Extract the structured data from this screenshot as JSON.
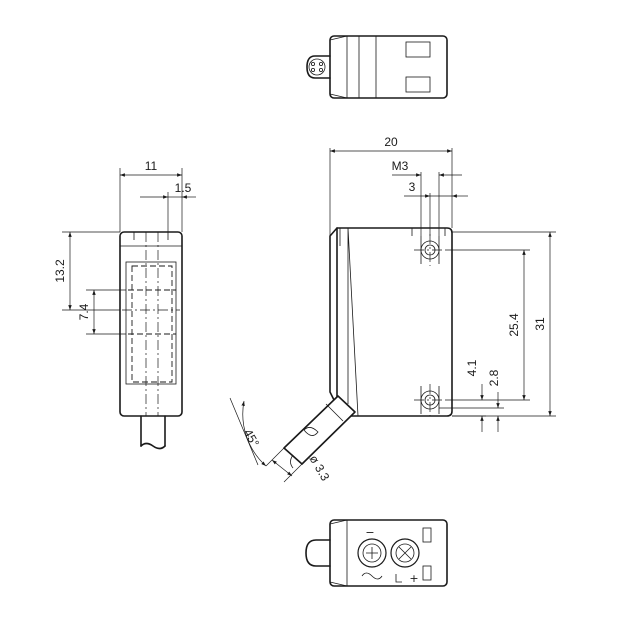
{
  "dimensions": {
    "front_width": "11",
    "front_offset": "1.5",
    "front_height": "13.2",
    "lens_height": "7.4",
    "side_width": "20",
    "thread": "M3",
    "hole_offset": "3",
    "hole_spacing": "25.4",
    "overall_height": "31",
    "hole_bottom_a": "4.1",
    "hole_bottom_b": "2.8",
    "cable_angle": "45°",
    "cable_diameter": "ø 3.3"
  },
  "terminal_symbols": {
    "minus": "−",
    "plus": "+"
  }
}
